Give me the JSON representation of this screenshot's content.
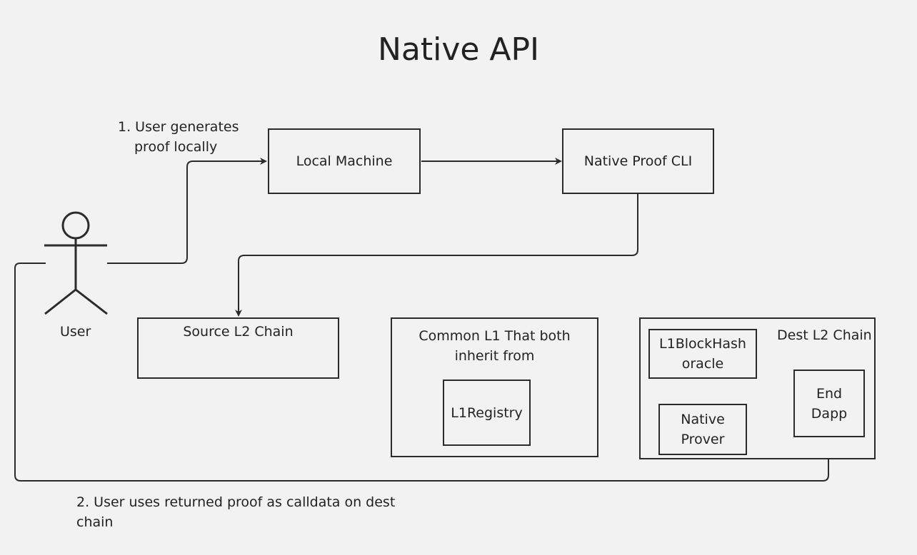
{
  "title": "Native API",
  "actor": {
    "label": "User"
  },
  "nodes": {
    "local_machine": "Local Machine",
    "native_proof_cli": "Native Proof CLI",
    "source_l2_chain": "Source L2 Chain",
    "common_l1": {
      "label_line1": "Common L1 That both",
      "label_line2": "inherit from",
      "registry": "L1Registry"
    },
    "dest_l2_chain": {
      "label": "Dest L2 Chain",
      "oracle_line1": "L1BlockHash",
      "oracle_line2": "oracle",
      "prover_line1": "Native",
      "prover_line2": "Prover",
      "dapp_line1": "End",
      "dapp_line2": "Dapp"
    }
  },
  "annotations": {
    "step1_line1": "1. User generates",
    "step1_line2": "proof locally",
    "step2_line1": "2. User uses returned proof as calldata on dest",
    "step2_line2": "chain"
  },
  "colors": {
    "background": "#f2f2f2",
    "stroke": "#2b2b2b"
  }
}
